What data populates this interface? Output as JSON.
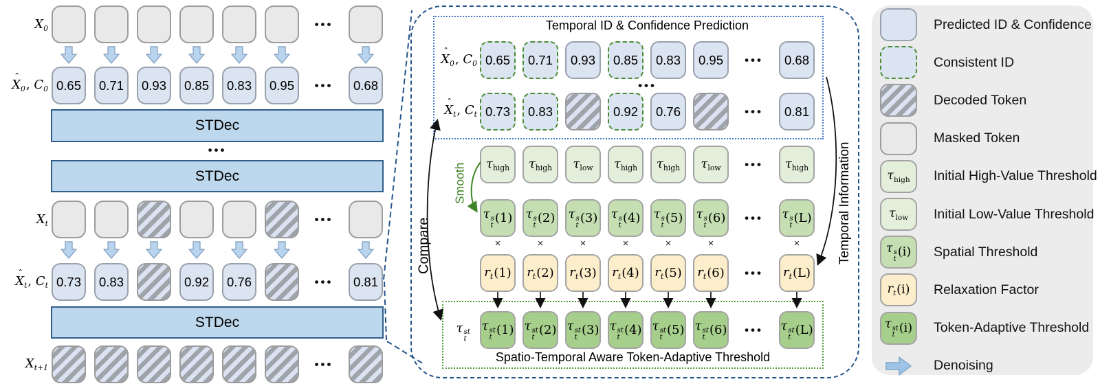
{
  "chars": {
    "dots": "•••",
    "times": "×"
  },
  "colors": {
    "pred_fill": "#dbe4f1",
    "masked_fill": "#e9e9e9",
    "decoded_stripe": "#9fa4ab",
    "stdec_fill": "#bdd7ec",
    "stdec_border": "#2f5d8a",
    "tau_high_fill": "#e3efda",
    "tau_s_fill": "#c5dfb2",
    "relax_fill": "#fdeecb",
    "tau_st_fill": "#a7cf8c",
    "consistent_border": "#4a8c33",
    "callout_border": "#24548c",
    "legend_bg": "#ececec",
    "denoise_fill": "#9dc3e6"
  },
  "left": {
    "stdec": "STDec",
    "labels": {
      "x0": [
        {
          "t": "X",
          "sub": "0"
        }
      ],
      "pred0": [
        {
          "t": "X",
          "hat": true,
          "sub": "0"
        },
        {
          "t": ", ",
          "up": true
        },
        {
          "t": "C",
          "sub": "0"
        }
      ],
      "xt": [
        {
          "t": "X",
          "sub": "t"
        }
      ],
      "predt": [
        {
          "t": "X",
          "hat": true,
          "sub": "t"
        },
        {
          "t": ", ",
          "up": true
        },
        {
          "t": "C",
          "sub": "t"
        }
      ],
      "xt1": [
        {
          "t": "X",
          "sub": "t+1"
        }
      ]
    },
    "rows": {
      "x0": [
        {
          "kind": "masked"
        },
        {
          "kind": "masked"
        },
        {
          "kind": "masked"
        },
        {
          "kind": "masked"
        },
        {
          "kind": "masked"
        },
        {
          "kind": "masked"
        },
        {
          "kind": "dots"
        },
        {
          "kind": "masked"
        }
      ],
      "denoise": [
        {
          "kind": "arrow"
        },
        {
          "kind": "arrow"
        },
        {
          "kind": "arrow"
        },
        {
          "kind": "arrow"
        },
        {
          "kind": "arrow"
        },
        {
          "kind": "arrow"
        },
        {
          "kind": "gap"
        },
        {
          "kind": "arrow"
        }
      ],
      "pred0": [
        {
          "kind": "pred",
          "num": "0.65"
        },
        {
          "kind": "pred",
          "num": "0.71"
        },
        {
          "kind": "pred",
          "num": "0.93"
        },
        {
          "kind": "pred",
          "num": "0.85"
        },
        {
          "kind": "pred",
          "num": "0.83"
        },
        {
          "kind": "pred",
          "num": "0.95"
        },
        {
          "kind": "dots"
        },
        {
          "kind": "pred",
          "num": "0.68"
        }
      ],
      "xt": [
        {
          "kind": "masked"
        },
        {
          "kind": "masked"
        },
        {
          "kind": "decoded"
        },
        {
          "kind": "masked"
        },
        {
          "kind": "masked"
        },
        {
          "kind": "decoded"
        },
        {
          "kind": "dots"
        },
        {
          "kind": "masked"
        }
      ],
      "predt": [
        {
          "kind": "pred",
          "num": "0.73"
        },
        {
          "kind": "pred",
          "num": "0.83"
        },
        {
          "kind": "decoded"
        },
        {
          "kind": "pred",
          "num": "0.92"
        },
        {
          "kind": "pred",
          "num": "0.76"
        },
        {
          "kind": "decoded"
        },
        {
          "kind": "dots"
        },
        {
          "kind": "pred",
          "num": "0.81"
        }
      ],
      "xt1": [
        {
          "kind": "decoded"
        },
        {
          "kind": "decoded"
        },
        {
          "kind": "decoded"
        },
        {
          "kind": "decoded"
        },
        {
          "kind": "decoded"
        },
        {
          "kind": "decoded"
        },
        {
          "kind": "dots"
        },
        {
          "kind": "decoded"
        }
      ]
    }
  },
  "mid": {
    "title": "Temporal ID & Confidence Prediction",
    "caption": "Spatio-Temporal Aware Token-Adaptive Threshold",
    "compare_label": "Compare",
    "smooth_label": "Smooth",
    "temporal_label": "Temporal Information",
    "labels": {
      "pred0": [
        {
          "t": "X",
          "hat": true,
          "sub": "0"
        },
        {
          "t": ", ",
          "up": true
        },
        {
          "t": "C",
          "sub": "0"
        }
      ],
      "predt": [
        {
          "t": "X",
          "hat": true,
          "sub": "t"
        },
        {
          "t": ", ",
          "up": true
        },
        {
          "t": "C",
          "sub": "t"
        }
      ],
      "taust": [
        {
          "t": "τ",
          "sup": "st",
          "sub": "t"
        }
      ]
    },
    "rows": {
      "pred0": [
        {
          "kind": "consistent",
          "num": "0.65"
        },
        {
          "kind": "consistent",
          "num": "0.71"
        },
        {
          "kind": "pred",
          "num": "0.93"
        },
        {
          "kind": "consistent",
          "num": "0.85"
        },
        {
          "kind": "pred",
          "num": "0.83"
        },
        {
          "kind": "pred",
          "num": "0.95"
        },
        {
          "kind": "dots"
        },
        {
          "kind": "pred",
          "num": "0.68"
        }
      ],
      "predt": [
        {
          "kind": "consistent",
          "num": "0.73"
        },
        {
          "kind": "consistent",
          "num": "0.83"
        },
        {
          "kind": "decoded"
        },
        {
          "kind": "consistent",
          "num": "0.92"
        },
        {
          "kind": "pred",
          "num": "0.76"
        },
        {
          "kind": "decoded"
        },
        {
          "kind": "dots"
        },
        {
          "kind": "pred",
          "num": "0.81"
        }
      ],
      "tau_init": [
        {
          "kind": "tauhigh",
          "sym": [
            {
              "t": "τ",
              "sub": "high"
            }
          ]
        },
        {
          "kind": "tauhigh",
          "sym": [
            {
              "t": "τ",
              "sub": "high"
            }
          ]
        },
        {
          "kind": "taulow",
          "sym": [
            {
              "t": "τ",
              "sub": "low"
            }
          ]
        },
        {
          "kind": "tauhigh",
          "sym": [
            {
              "t": "τ",
              "sub": "high"
            }
          ]
        },
        {
          "kind": "tauhigh",
          "sym": [
            {
              "t": "τ",
              "sub": "high"
            }
          ]
        },
        {
          "kind": "taulow",
          "sym": [
            {
              "t": "τ",
              "sub": "low"
            }
          ]
        },
        {
          "kind": "dots"
        },
        {
          "kind": "tauhigh",
          "sym": [
            {
              "t": "τ",
              "sub": "high"
            }
          ]
        }
      ],
      "taus": [
        {
          "kind": "taus",
          "sym": [
            {
              "t": "τ",
              "sup": "s",
              "sub": "t"
            },
            {
              "t": "(1)",
              "up": true
            }
          ]
        },
        {
          "kind": "taus",
          "sym": [
            {
              "t": "τ",
              "sup": "s",
              "sub": "t"
            },
            {
              "t": "(2)",
              "up": true
            }
          ]
        },
        {
          "kind": "taus",
          "sym": [
            {
              "t": "τ",
              "sup": "s",
              "sub": "t"
            },
            {
              "t": "(3)",
              "up": true
            }
          ]
        },
        {
          "kind": "taus",
          "sym": [
            {
              "t": "τ",
              "sup": "s",
              "sub": "t"
            },
            {
              "t": "(4)",
              "up": true
            }
          ]
        },
        {
          "kind": "taus",
          "sym": [
            {
              "t": "τ",
              "sup": "s",
              "sub": "t"
            },
            {
              "t": "(5)",
              "up": true
            }
          ]
        },
        {
          "kind": "taus",
          "sym": [
            {
              "t": "τ",
              "sup": "s",
              "sub": "t"
            },
            {
              "t": "(6)",
              "up": true
            }
          ]
        },
        {
          "kind": "dots"
        },
        {
          "kind": "taus",
          "sym": [
            {
              "t": "τ",
              "sup": "s",
              "sub": "t"
            },
            {
              "t": "(L)",
              "up": true
            }
          ]
        }
      ],
      "times": [
        {
          "kind": "times"
        },
        {
          "kind": "times"
        },
        {
          "kind": "times"
        },
        {
          "kind": "times"
        },
        {
          "kind": "times"
        },
        {
          "kind": "times"
        },
        {
          "kind": "gap"
        },
        {
          "kind": "times"
        }
      ],
      "r": [
        {
          "kind": "r",
          "sym": [
            {
              "t": "r",
              "sub": "t"
            },
            {
              "t": "(1)",
              "up": true
            }
          ]
        },
        {
          "kind": "r",
          "sym": [
            {
              "t": "r",
              "sub": "t"
            },
            {
              "t": "(2)",
              "up": true
            }
          ]
        },
        {
          "kind": "r",
          "sym": [
            {
              "t": "r",
              "sub": "t"
            },
            {
              "t": "(3)",
              "up": true
            }
          ]
        },
        {
          "kind": "r",
          "sym": [
            {
              "t": "r",
              "sub": "t"
            },
            {
              "t": "(4)",
              "up": true
            }
          ]
        },
        {
          "kind": "r",
          "sym": [
            {
              "t": "r",
              "sub": "t"
            },
            {
              "t": "(5)",
              "up": true
            }
          ]
        },
        {
          "kind": "r",
          "sym": [
            {
              "t": "r",
              "sub": "t"
            },
            {
              "t": "(6)",
              "up": true
            }
          ]
        },
        {
          "kind": "dots"
        },
        {
          "kind": "r",
          "sym": [
            {
              "t": "r",
              "sub": "t"
            },
            {
              "t": "(L)",
              "up": true
            }
          ]
        }
      ],
      "taust": [
        {
          "kind": "taust",
          "sym": [
            {
              "t": "τ",
              "sup": "st",
              "sub": "t"
            },
            {
              "t": "(1)",
              "up": true
            }
          ]
        },
        {
          "kind": "taust",
          "sym": [
            {
              "t": "τ",
              "sup": "st",
              "sub": "t"
            },
            {
              "t": "(2)",
              "up": true
            }
          ]
        },
        {
          "kind": "taust",
          "sym": [
            {
              "t": "τ",
              "sup": "st",
              "sub": "t"
            },
            {
              "t": "(3)",
              "up": true
            }
          ]
        },
        {
          "kind": "taust",
          "sym": [
            {
              "t": "τ",
              "sup": "st",
              "sub": "t"
            },
            {
              "t": "(4)",
              "up": true
            }
          ]
        },
        {
          "kind": "taust",
          "sym": [
            {
              "t": "τ",
              "sup": "st",
              "sub": "t"
            },
            {
              "t": "(5)",
              "up": true
            }
          ]
        },
        {
          "kind": "taust",
          "sym": [
            {
              "t": "τ",
              "sup": "st",
              "sub": "t"
            },
            {
              "t": "(6)",
              "up": true
            }
          ]
        },
        {
          "kind": "dots"
        },
        {
          "kind": "taust",
          "sym": [
            {
              "t": "τ",
              "sup": "st",
              "sub": "t"
            },
            {
              "t": "(L)",
              "up": true
            }
          ]
        }
      ]
    }
  },
  "legend": {
    "items": [
      {
        "kind": "pred",
        "label": "Predicted ID & Confidence"
      },
      {
        "kind": "consistent",
        "label": "Consistent ID"
      },
      {
        "kind": "decoded",
        "label": "Decoded Token"
      },
      {
        "kind": "masked",
        "label": "Masked Token"
      },
      {
        "kind": "tauhigh",
        "sym": [
          {
            "t": "τ",
            "sub": "high"
          }
        ],
        "label": "Initial High-Value Threshold"
      },
      {
        "kind": "taulow",
        "sym": [
          {
            "t": "τ",
            "sub": "low"
          }
        ],
        "label": "Initial Low-Value Threshold"
      },
      {
        "kind": "taus",
        "sym": [
          {
            "t": "τ",
            "sup": "s",
            "sub": "t"
          },
          {
            "t": "(i)",
            "up": true
          }
        ],
        "label": "Spatial Threshold"
      },
      {
        "kind": "r",
        "sym": [
          {
            "t": "r",
            "sub": "t"
          },
          {
            "t": "(i)",
            "up": true
          }
        ],
        "label": "Relaxation Factor"
      },
      {
        "kind": "taust",
        "sym": [
          {
            "t": "τ",
            "sup": "st",
            "sub": "t"
          },
          {
            "t": "(i)",
            "up": true
          }
        ],
        "label": "Token-Adaptive Threshold"
      },
      {
        "kind": "denoise",
        "label": "Denoising"
      }
    ]
  }
}
